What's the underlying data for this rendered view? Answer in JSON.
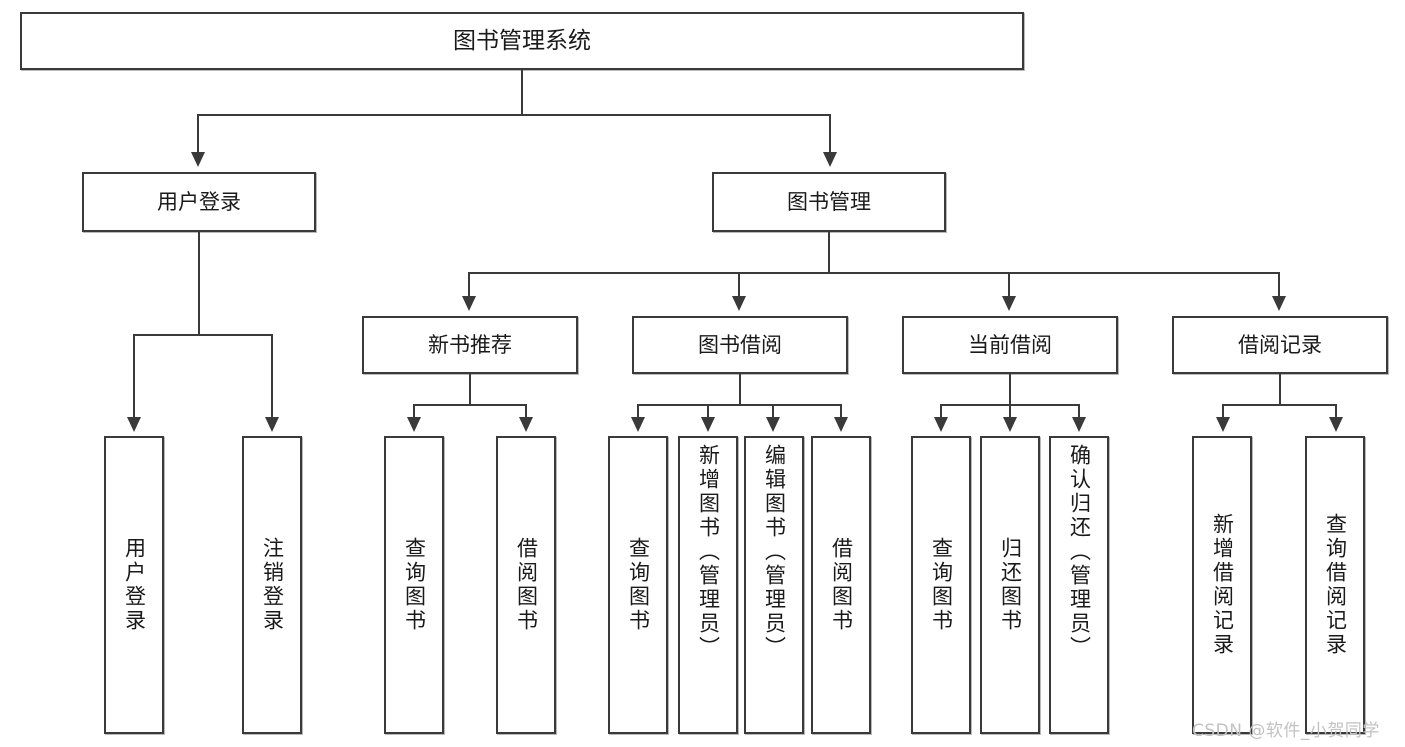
{
  "diagram": {
    "title": "图书管理系统",
    "type": "hierarchy-tree",
    "root": {
      "label": "图书管理系统"
    },
    "level2": [
      {
        "label": "用户登录"
      },
      {
        "label": "图书管理"
      }
    ],
    "level3": [
      {
        "label": "新书推荐"
      },
      {
        "label": "图书借阅"
      },
      {
        "label": "当前借阅"
      },
      {
        "label": "借阅记录"
      }
    ],
    "leaves": {
      "user_login": [
        {
          "label": "用户登录"
        },
        {
          "label": "注销登录"
        }
      ],
      "new_book_recommend": [
        {
          "label": "查询图书"
        },
        {
          "label": "借阅图书"
        }
      ],
      "book_borrow": [
        {
          "label": "查询图书"
        },
        {
          "label": "新增图书（管理员）"
        },
        {
          "label": "编辑图书（管理员）"
        },
        {
          "label": "借阅图书"
        }
      ],
      "current_borrow": [
        {
          "label": "查询图书"
        },
        {
          "label": "归还图书"
        },
        {
          "label": "确认归还（管理员）"
        }
      ],
      "borrow_record": [
        {
          "label": "新增借阅记录"
        },
        {
          "label": "查询借阅记录"
        }
      ]
    }
  },
  "watermark": {
    "text": "CSDN @软件_小贺同学"
  },
  "colors": {
    "stroke": "#3a3a3a",
    "fill": "#ffffff",
    "text": "#1a1a1a",
    "watermark": "#c2c2c2"
  }
}
